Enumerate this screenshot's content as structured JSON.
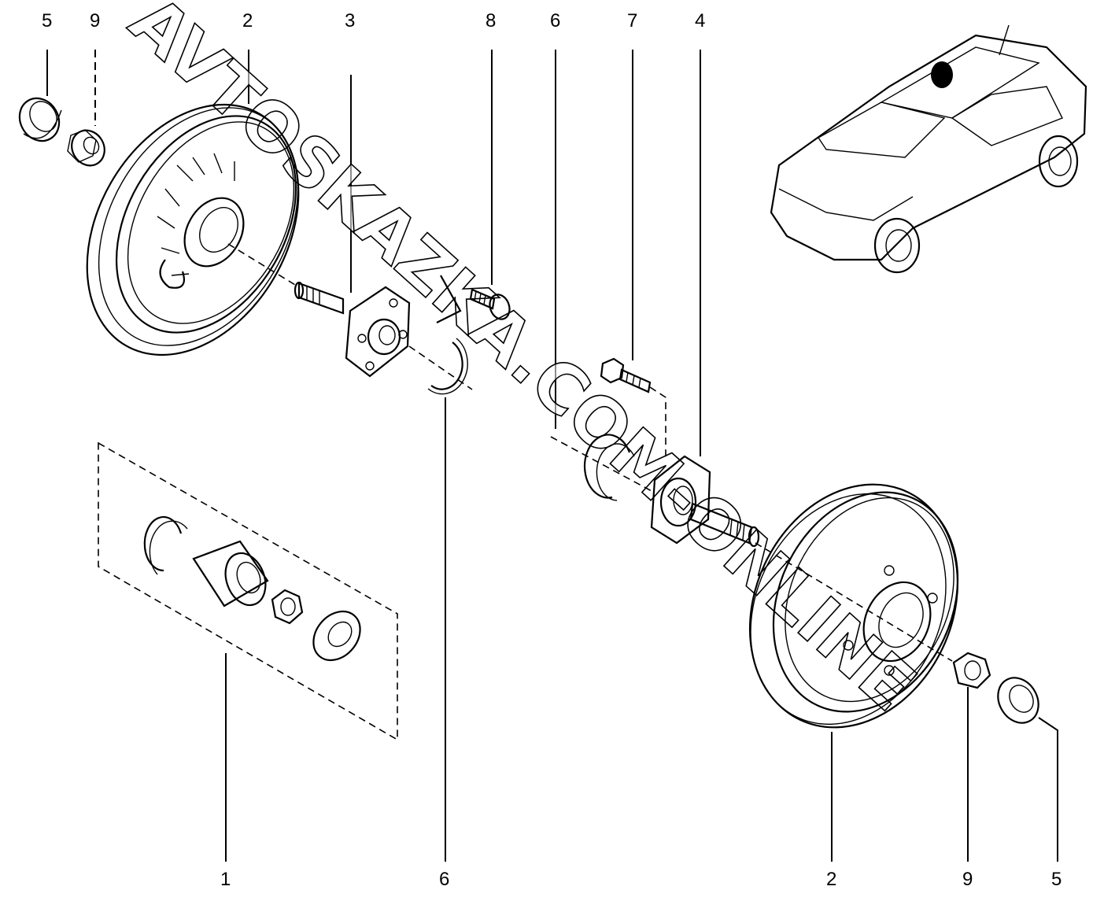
{
  "callouts": {
    "top": [
      "5",
      "9",
      "2",
      "3",
      "8",
      "6",
      "7",
      "4"
    ],
    "bottom": [
      "1",
      "6",
      "2",
      "9",
      "5"
    ]
  },
  "watermark": "AVTOSKAZKA.COM-ONLINE"
}
